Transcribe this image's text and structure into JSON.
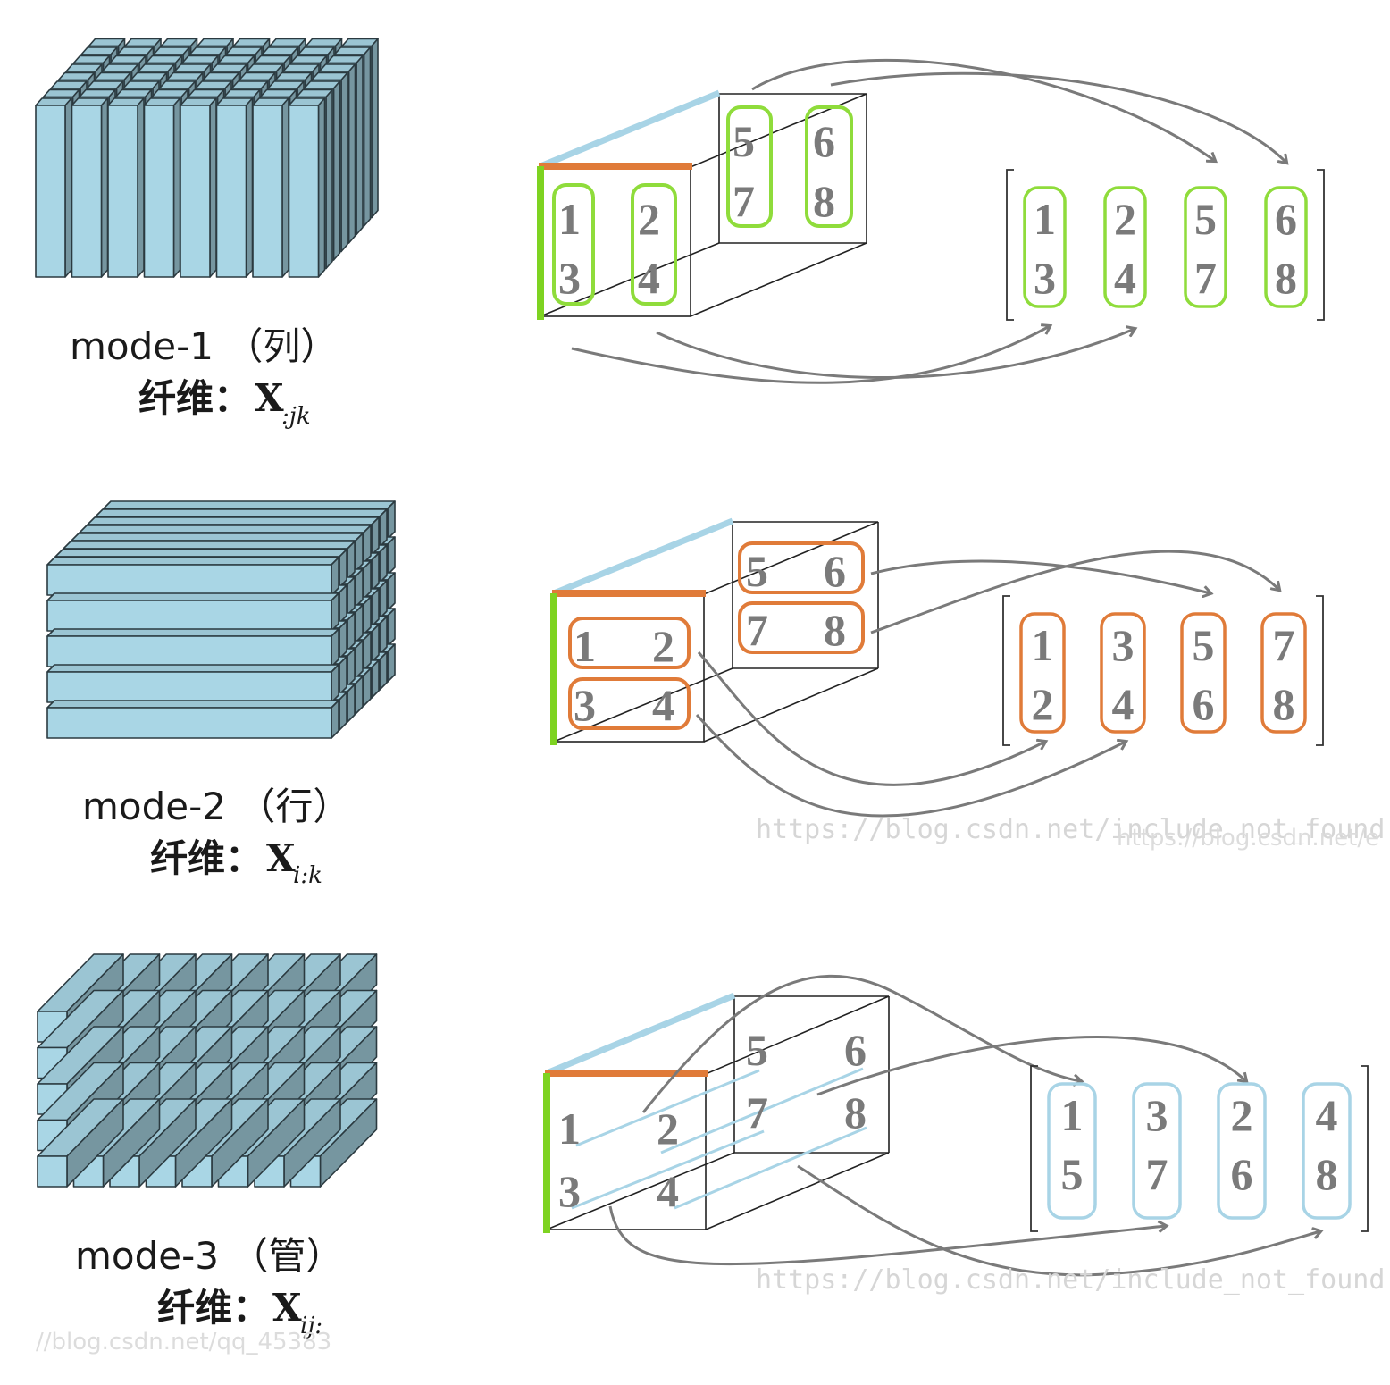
{
  "colors": {
    "column": "#a9d6e5",
    "column_dark": "#7fb2c4",
    "edge": "#2b3a40",
    "green": "#7ed321",
    "orange": "#e07b39",
    "blue": "#a8d4e6",
    "arrow": "#7a7a7a",
    "numbers": "#7a7a7a"
  },
  "panels": [
    {
      "mode_label": "mode-1 （列）",
      "fiber_label": "纤维：",
      "fiber_symbol": "X",
      "fiber_subscript": ":jk",
      "front_face": [
        "1",
        "2",
        "3",
        "4"
      ],
      "back_face": [
        "5",
        "6",
        "7",
        "8"
      ],
      "result_columns": [
        [
          "1",
          "3"
        ],
        [
          "2",
          "4"
        ],
        [
          "5",
          "7"
        ],
        [
          "6",
          "8"
        ]
      ],
      "highlight": "green"
    },
    {
      "mode_label": "mode-2 （行）",
      "fiber_label": "纤维：",
      "fiber_symbol": "X",
      "fiber_subscript": "i:k",
      "front_face": [
        "1",
        "2",
        "3",
        "4"
      ],
      "back_face": [
        "5",
        "6",
        "7",
        "8"
      ],
      "result_columns": [
        [
          "1",
          "2"
        ],
        [
          "3",
          "4"
        ],
        [
          "5",
          "6"
        ],
        [
          "7",
          "8"
        ]
      ],
      "highlight": "orange"
    },
    {
      "mode_label": "mode-3 （管）",
      "fiber_label": "纤维：",
      "fiber_symbol": "X",
      "fiber_subscript": "ij:",
      "front_face": [
        "1",
        "2",
        "3",
        "4"
      ],
      "back_face": [
        "5",
        "6",
        "7",
        "8"
      ],
      "result_columns": [
        [
          "1",
          "5"
        ],
        [
          "3",
          "7"
        ],
        [
          "2",
          "6"
        ],
        [
          "4",
          "8"
        ]
      ],
      "highlight": "blue"
    }
  ],
  "watermarks": {
    "mid": "https://blog.csdn.net/include_not_found",
    "mid_small": "https://blog.csdn.net/e",
    "bottom": "https://blog.csdn.net/include_not_found",
    "bottom_left": "//blog.csdn.net/qq_45383"
  }
}
